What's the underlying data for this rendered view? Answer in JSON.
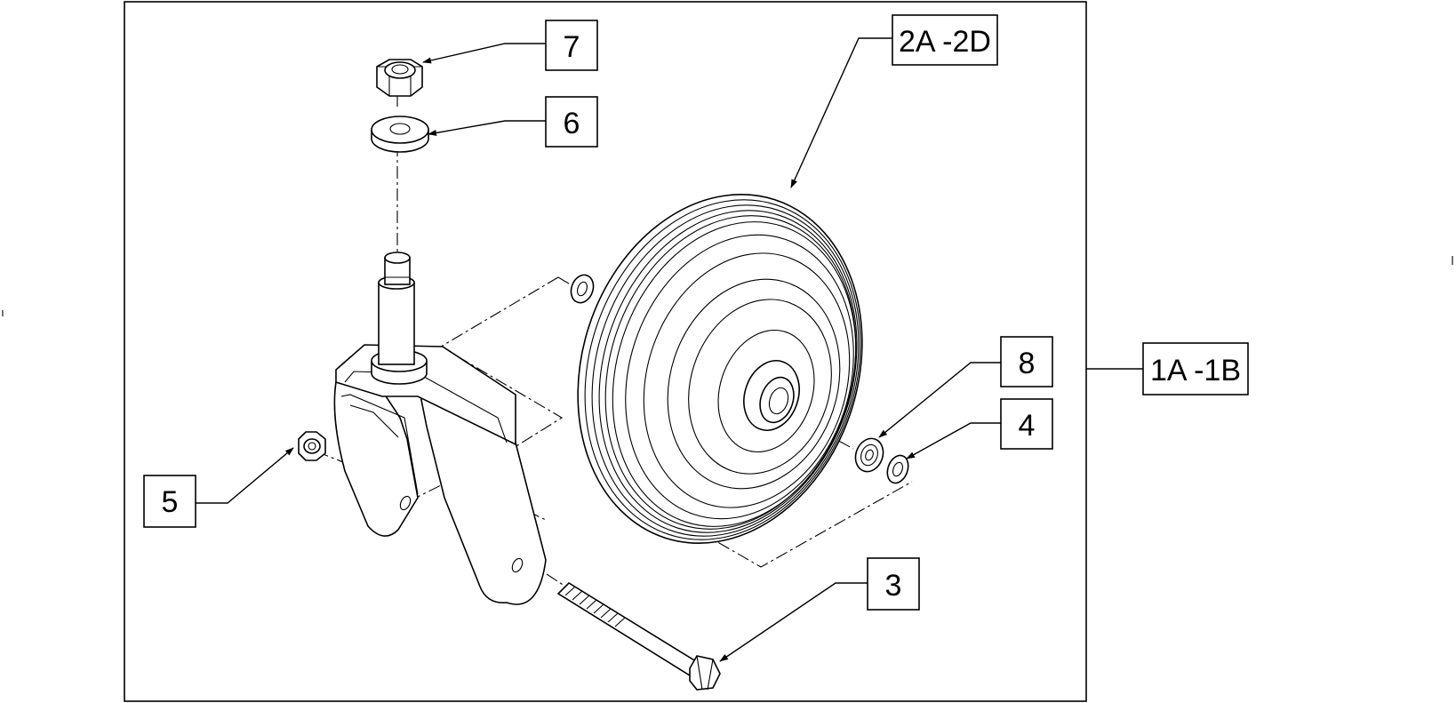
{
  "callouts": {
    "c7": "7",
    "c6": "6",
    "c2": "2A -2D",
    "c8": "8",
    "c4": "4",
    "c5": "5",
    "c3": "3",
    "c1": "1A -1B"
  },
  "colors": {
    "line": "#000000",
    "background": "#ffffff"
  }
}
